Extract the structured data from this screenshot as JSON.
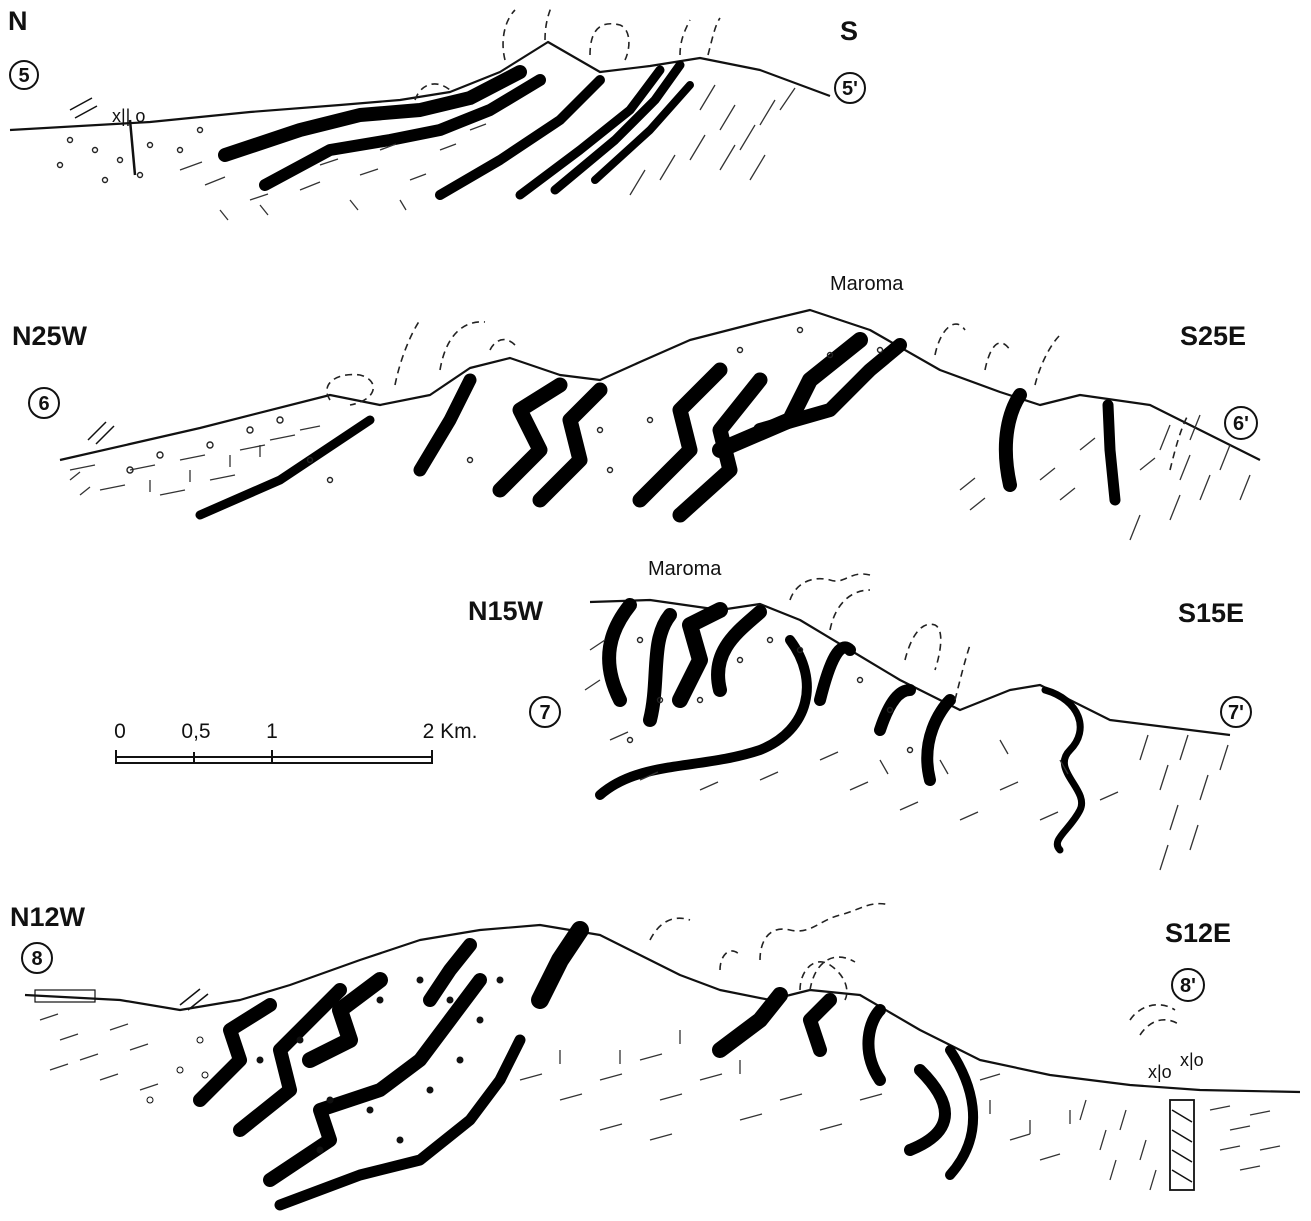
{
  "figure": {
    "sections": [
      {
        "id": "5",
        "start_marker": "5",
        "end_marker": "5'",
        "left_label": "N",
        "right_label": "S",
        "peak_label": ""
      },
      {
        "id": "6",
        "start_marker": "6",
        "end_marker": "6'",
        "left_label": "N25W",
        "right_label": "S25E",
        "peak_label": "Maroma"
      },
      {
        "id": "7",
        "start_marker": "7",
        "end_marker": "7'",
        "left_label": "N15W",
        "right_label": "S15E",
        "peak_label": "Maroma"
      },
      {
        "id": "8",
        "start_marker": "8",
        "end_marker": "8'",
        "left_label": "N12W",
        "right_label": "S12E",
        "peak_label": ""
      }
    ],
    "scale_bar": {
      "ticks": [
        "0",
        "0,5",
        "1",
        "2 Km."
      ]
    },
    "fault_symbol_s5": "x|| o",
    "fault_symbol_s8_a": "x|o",
    "fault_symbol_s8_b": "x|o"
  }
}
